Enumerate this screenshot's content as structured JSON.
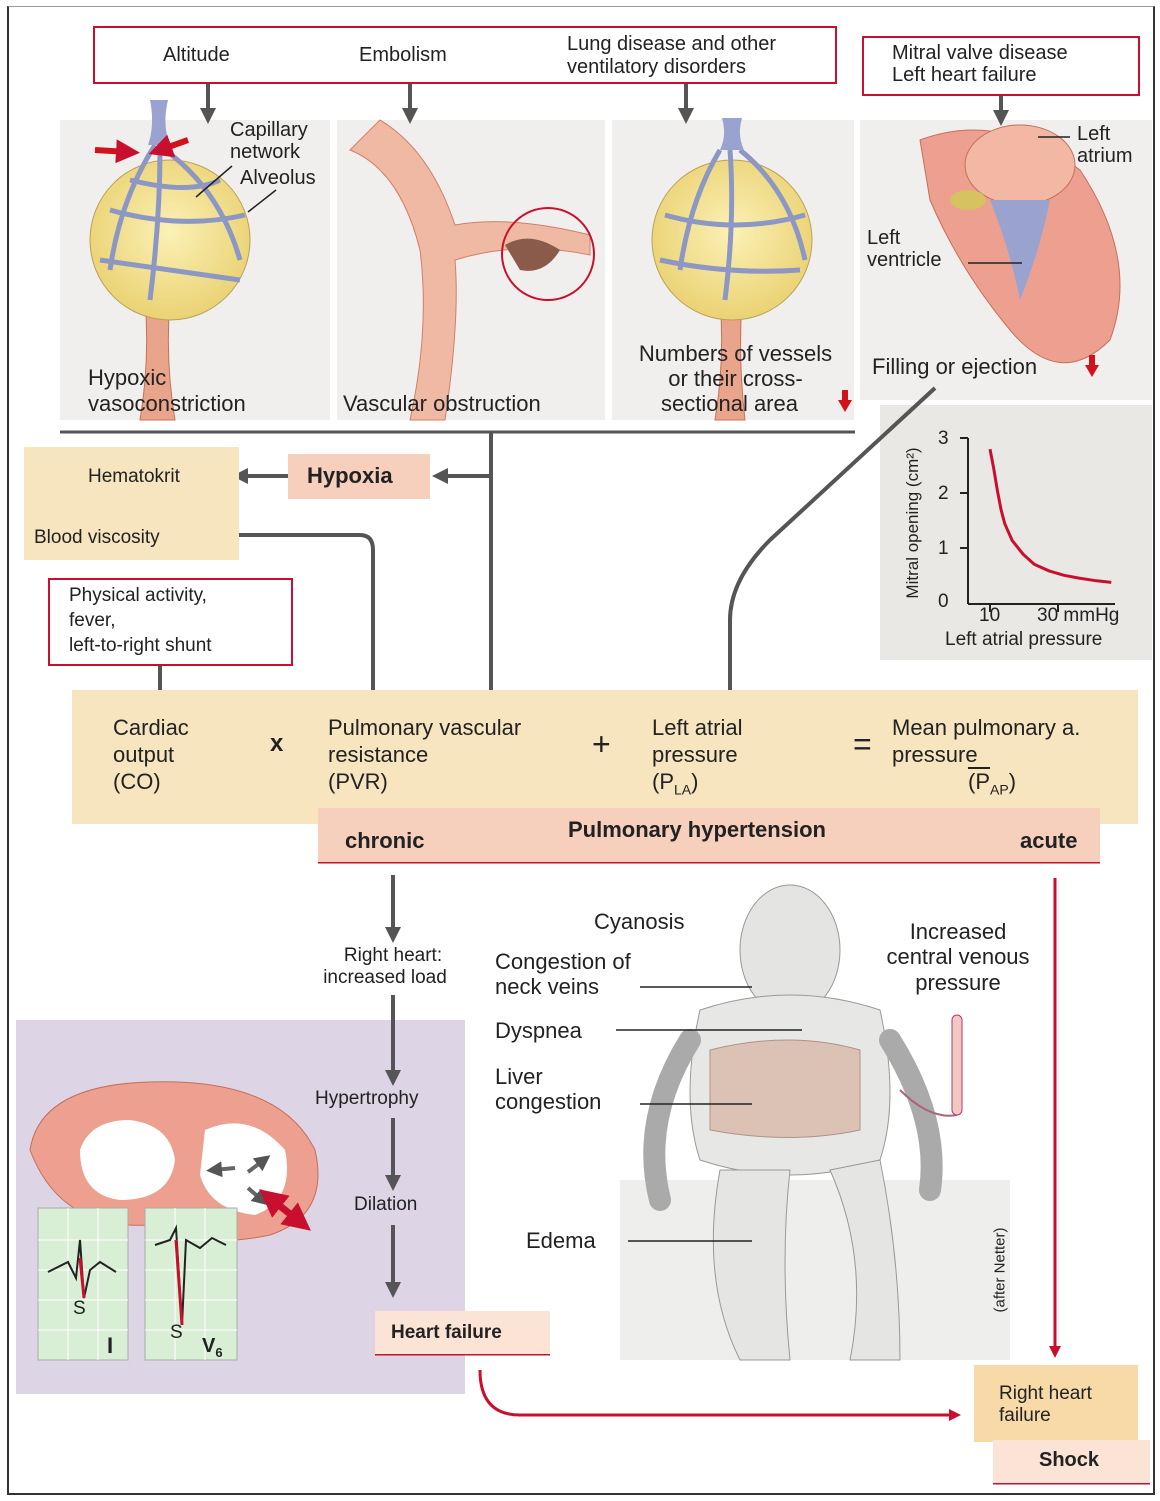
{
  "causes": {
    "altitude": "Altitude",
    "embolism": "Embolism",
    "lung_line1": "Lung disease and other",
    "lung_line2": "ventilatory disorders",
    "mitral_line1": "Mitral valve disease",
    "mitral_line2": "Left heart failure"
  },
  "panels": {
    "capillary_line1": "Capillary",
    "capillary_line2": "network",
    "alveolus": "Alveolus",
    "hypoxic_line1": "Hypoxic",
    "hypoxic_line2": "vasoconstriction",
    "vascular_obstruction": "Vascular obstruction",
    "numbers_line1": "Numbers of vessels",
    "numbers_line2": "or their cross-",
    "numbers_line3": "sectional area",
    "left_atrium_line1": "Left",
    "left_atrium_line2": "atrium",
    "left_ventricle_line1": "Left",
    "left_ventricle_line2": "ventricle",
    "filling": "Filling or ejection"
  },
  "hypoxia": {
    "label": "Hypoxia",
    "hematokrit": "Hematokrit",
    "blood_viscosity": "Blood viscosity"
  },
  "physical": {
    "line1": "Physical activity,",
    "line2": "fever,",
    "line3": "left-to-right shunt"
  },
  "chart_data": {
    "type": "line",
    "ylabel": "Mitral opening (cm²)",
    "xlabel": "Left atrial pressure",
    "x_ticks": [
      "10",
      "30 mmHg"
    ],
    "y_ticks": [
      "0",
      "1",
      "2",
      "3"
    ],
    "ylim": [
      0,
      3
    ],
    "xlim": [
      0,
      40
    ],
    "series": [
      {
        "x": [
          6,
          7,
          8,
          9,
          10,
          12,
          15,
          18,
          22,
          26,
          30,
          35,
          39
        ],
        "y": [
          2.8,
          2.45,
          2.05,
          1.7,
          1.45,
          1.15,
          0.9,
          0.72,
          0.6,
          0.52,
          0.47,
          0.42,
          0.39
        ],
        "color": "#c8102e"
      }
    ]
  },
  "equation": {
    "co_line1": "Cardiac",
    "co_line2": "output",
    "co_line3": "(CO)",
    "times": "x",
    "pvr_line1": "Pulmonary vascular",
    "pvr_line2": "resistance",
    "pvr_line3": "(PVR)",
    "plus": "+",
    "pla_line1": "Left atrial",
    "pla_line2": "pressure",
    "pla_line3": "(P",
    "pla_sub": "LA",
    "pla_close": ")",
    "equals": "=",
    "pap_line1": "Mean pulmonary a.",
    "pap_line2": "pressure",
    "pap_line3": "(P",
    "pap_sub": "AP",
    "pap_close": ")"
  },
  "hypertension": {
    "title": "Pulmonary hypertension",
    "chronic": "chronic",
    "acute": "acute"
  },
  "flow": {
    "right_heart_line1": "Right heart:",
    "right_heart_line2": "increased load",
    "hypertrophy": "Hypertrophy",
    "dilation": "Dilation",
    "heart_failure": "Heart failure",
    "rhf_line1": "Right heart",
    "rhf_line2": "failure",
    "shock": "Shock"
  },
  "ecg": {
    "s1": "S",
    "lead1": "I",
    "s2": "S",
    "lead2": "V",
    "lead2_sub": "6"
  },
  "patient": {
    "cyanosis": "Cyanosis",
    "neck_line1": "Congestion of",
    "neck_line2": "neck veins",
    "dyspnea": "Dyspnea",
    "liver_line1": "Liver",
    "liver_line2": "congestion",
    "edema": "Edema",
    "cvp_line1": "Increased",
    "cvp_line2": "central venous",
    "cvp_line3": "pressure",
    "credit": "(after Netter)"
  }
}
